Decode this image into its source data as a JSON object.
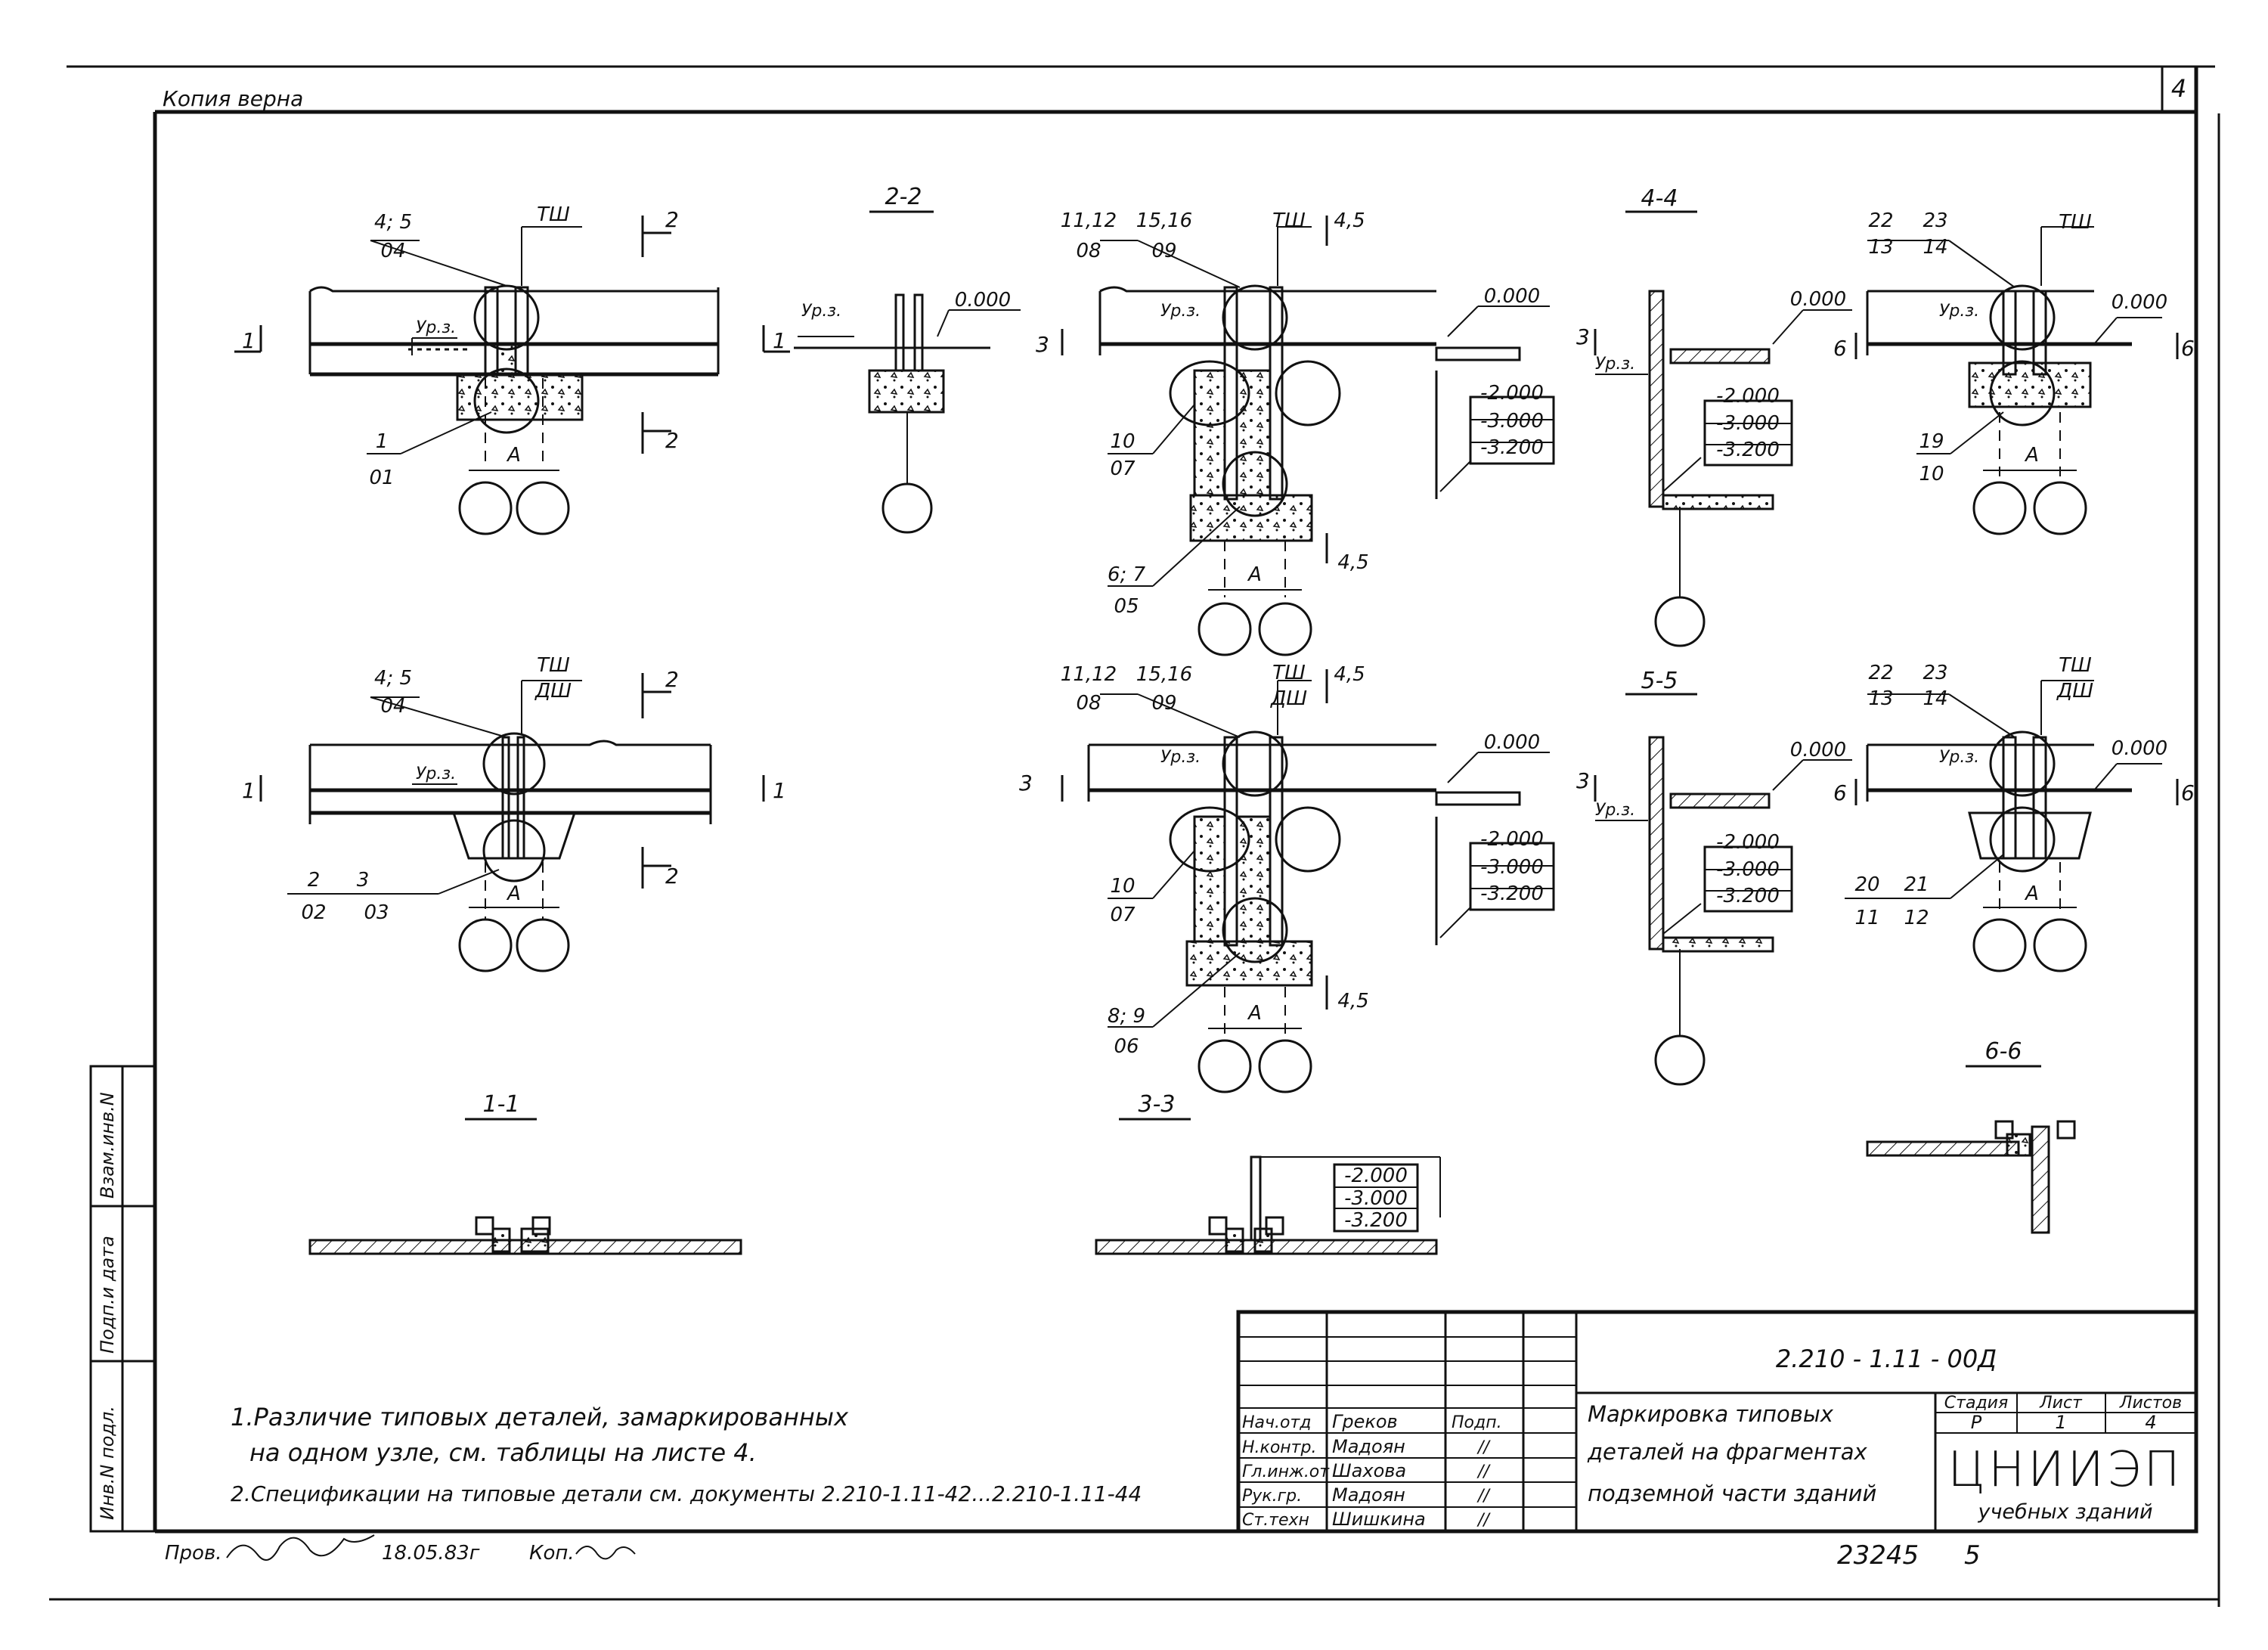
{
  "sheet": {
    "page_number": "4",
    "copy_note": "Копия верна",
    "bottom_number": "23245",
    "bottom_format": "5"
  },
  "sections": {
    "s22": "2-2",
    "s44": "4-4",
    "s55": "5-5",
    "s11": "1-1",
    "s33": "3-3",
    "s66": "6-6"
  },
  "labels": {
    "tsh": "ТШ",
    "dsh": "ДШ",
    "ur_z": "Ур.з.",
    "A": "А",
    "zero": "0.000",
    "m2000": "-2.000",
    "m3000": "-3.000",
    "m3200": "-3.200",
    "c1": "1",
    "c2": "2",
    "c3": "3",
    "c6": "6",
    "c45": "4,5"
  },
  "marks": {
    "m45_04": [
      "4; 5",
      "04"
    ],
    "m1_01": [
      "1",
      "01"
    ],
    "m2_02": [
      "2",
      "02"
    ],
    "m3_03": [
      "3",
      "03"
    ],
    "m1112_08": [
      "11,12",
      "08"
    ],
    "m1516_09": [
      "15,16",
      "09"
    ],
    "m10_07": [
      "10",
      "07"
    ],
    "m67_05": [
      "6; 7",
      "05"
    ],
    "m89_06": [
      "8; 9",
      "06"
    ],
    "m22_13": [
      "22",
      "13"
    ],
    "m23_14": [
      "23",
      "14"
    ],
    "m19_10": [
      "19",
      "10"
    ],
    "m20_11": [
      "20",
      "11"
    ],
    "m21_12": [
      "21",
      "12"
    ]
  },
  "notes": [
    "1.Различие типовых деталей, замаркированных",
    "на одном узле, см. таблицы на листе 4.",
    "2.Спецификации на типовые детали см. документы 2.210-1.11-42...2.210-1.11-44"
  ],
  "side_stamp": [
    "Инв.N подл.",
    "Подп.и дата",
    "Взам.инв.N"
  ],
  "checker": {
    "label": "Пров.",
    "date": "18.05.83г",
    "copied": "Коп."
  },
  "title_block": {
    "code": "2.210 - 1.11 - 00Д",
    "title_lines": [
      "Маркировка типовых",
      "деталей на фрагментах",
      "подземной части зданий"
    ],
    "stage_header": "Стадия",
    "sheet_header": "Лист",
    "sheets_header": "Листов",
    "stage": "Р",
    "sheet": "1",
    "sheets": "4",
    "org": "ЦНИИЭП",
    "org_sub": "учебных зданий",
    "people": [
      {
        "role": "Нач.отд",
        "name": "Греков",
        "sign": "Подп."
      },
      {
        "role": "Н.контр.",
        "name": "Мадоян",
        "sign": "//"
      },
      {
        "role": "Гл.инж.от",
        "name": "Шахова",
        "sign": "//"
      },
      {
        "role": "Рук.гр.",
        "name": "Мадоян",
        "sign": "//"
      },
      {
        "role": "Ст.техн",
        "name": "Шишкина",
        "sign": "//"
      }
    ]
  }
}
